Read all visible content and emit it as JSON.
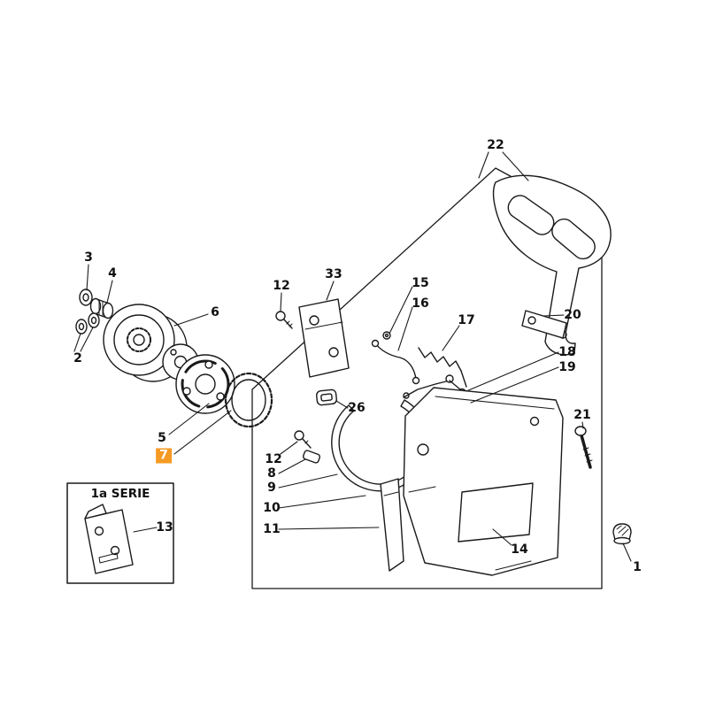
{
  "page": {
    "background_color": "#ffffff"
  },
  "diagram": {
    "type": "exploded-parts-diagram",
    "description": "Chainsaw clutch and chain-brake assembly exploded view with numbered part callouts",
    "line_color": "#1a1a1a",
    "highlight_color": "#f59a23",
    "series_box": {
      "label": "1a SERIE"
    },
    "callouts": [
      {
        "label": "22",
        "highlighted": false
      },
      {
        "label": "3",
        "highlighted": false
      },
      {
        "label": "4",
        "highlighted": false
      },
      {
        "label": "2",
        "highlighted": false
      },
      {
        "label": "6",
        "highlighted": false
      },
      {
        "label": "12",
        "highlighted": false
      },
      {
        "label": "33",
        "highlighted": false
      },
      {
        "label": "15",
        "highlighted": false
      },
      {
        "label": "16",
        "highlighted": false
      },
      {
        "label": "17",
        "highlighted": false
      },
      {
        "label": "20",
        "highlighted": false
      },
      {
        "label": "18",
        "highlighted": false
      },
      {
        "label": "19",
        "highlighted": false
      },
      {
        "label": "26",
        "highlighted": false
      },
      {
        "label": "21",
        "highlighted": false
      },
      {
        "label": "5",
        "highlighted": false
      },
      {
        "label": "7",
        "highlighted": true
      },
      {
        "label": "12",
        "highlighted": false
      },
      {
        "label": "8",
        "highlighted": false
      },
      {
        "label": "9",
        "highlighted": false
      },
      {
        "label": "10",
        "highlighted": false
      },
      {
        "label": "11",
        "highlighted": false
      },
      {
        "label": "13",
        "highlighted": false
      },
      {
        "label": "14",
        "highlighted": false
      },
      {
        "label": "1",
        "highlighted": false
      }
    ]
  }
}
